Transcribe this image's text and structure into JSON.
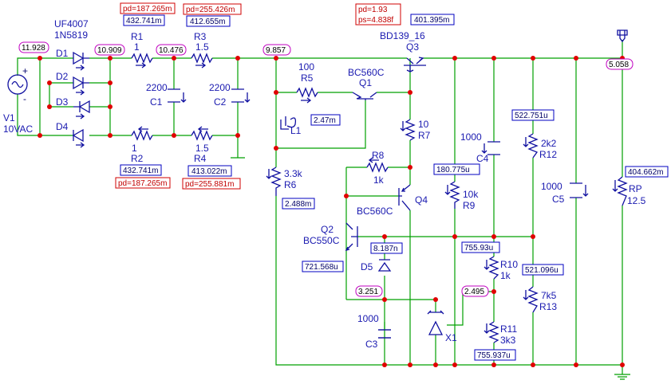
{
  "components": {
    "V1": {
      "name": "V1",
      "value": "10VAC"
    },
    "D1": {
      "name": "D1",
      "model_a": "UF4007",
      "model_b": "1N5819"
    },
    "D2": {
      "name": "D2"
    },
    "D3": {
      "name": "D3"
    },
    "D4": {
      "name": "D4"
    },
    "R1": {
      "name": "R1",
      "value": "1"
    },
    "R2": {
      "name": "R2",
      "value": "1"
    },
    "R3": {
      "name": "R3",
      "value": "1.5"
    },
    "R4": {
      "name": "R4",
      "value": "1.5"
    },
    "C1": {
      "name": "C1",
      "value": "2200"
    },
    "C2": {
      "name": "C2",
      "value": "2200"
    },
    "R5": {
      "name": "R5",
      "value": "100"
    },
    "Q1": {
      "name": "Q1",
      "model": "BC560C"
    },
    "Q3": {
      "name": "Q3",
      "model": "BD139_16"
    },
    "L1": {
      "name": "L1"
    },
    "R6": {
      "name": "R6",
      "value": "3.3k"
    },
    "R7": {
      "name": "R7",
      "value": "10"
    },
    "R8": {
      "name": "R8",
      "value": "1k"
    },
    "Q4": {
      "name": "Q4",
      "model": "BC560C"
    },
    "Q2": {
      "name": "Q2",
      "model": "BC550C"
    },
    "D5": {
      "name": "D5"
    },
    "C3": {
      "name": "C3",
      "value": "1000"
    },
    "C4": {
      "name": "C4",
      "value": "1000"
    },
    "R9": {
      "name": "R9",
      "value": "10k"
    },
    "R10": {
      "name": "R10",
      "value": "1k"
    },
    "R11": {
      "name": "R11",
      "value": "3k3"
    },
    "X1": {
      "name": "X1"
    },
    "R12": {
      "name": "R12",
      "value": "2k2"
    },
    "R13": {
      "name": "R13",
      "value": "7k5"
    },
    "C5": {
      "name": "C5",
      "value": "1000"
    },
    "RP": {
      "name": "RP",
      "value": "12.5"
    }
  },
  "node_voltages": {
    "v_in": "11.928",
    "v_d1": "10.909",
    "v_r1": "10.476",
    "v_bus": "9.857",
    "v_out": "5.058",
    "v_ref": "2.495",
    "v_d5": "3.251"
  },
  "currents": {
    "i_r1": "432.741m",
    "i_r2": "432.741m",
    "i_r3": "412.655m",
    "i_r4": "413.022m",
    "i_q3": "401.395m",
    "i_l1": "2.47m",
    "i_r6": "2.488m",
    "i_r9": "180.775u",
    "i_r12": "522.751u",
    "i_rp": "404.662m",
    "i_d5": "8.187n",
    "i_r10": "755.93u",
    "i_q2": "721.568u",
    "i_r13": "521.096u",
    "i_r11": "755.937u"
  },
  "power": {
    "pd_r1": "pd=187.265m",
    "pd_r2": "pd=187.265m",
    "pd_r3": "pd=255.426m",
    "pd_r4": "pd=255.881m",
    "pd_q3": "pd=1.93",
    "ps_q3": "ps=4.838f"
  },
  "colors": {
    "wire": "#00a000",
    "component": "#1010a0",
    "node_dot": "#e00000",
    "voltage_box": "#c000c0",
    "current_box": "#0000c0",
    "power_box": "#d00000"
  }
}
